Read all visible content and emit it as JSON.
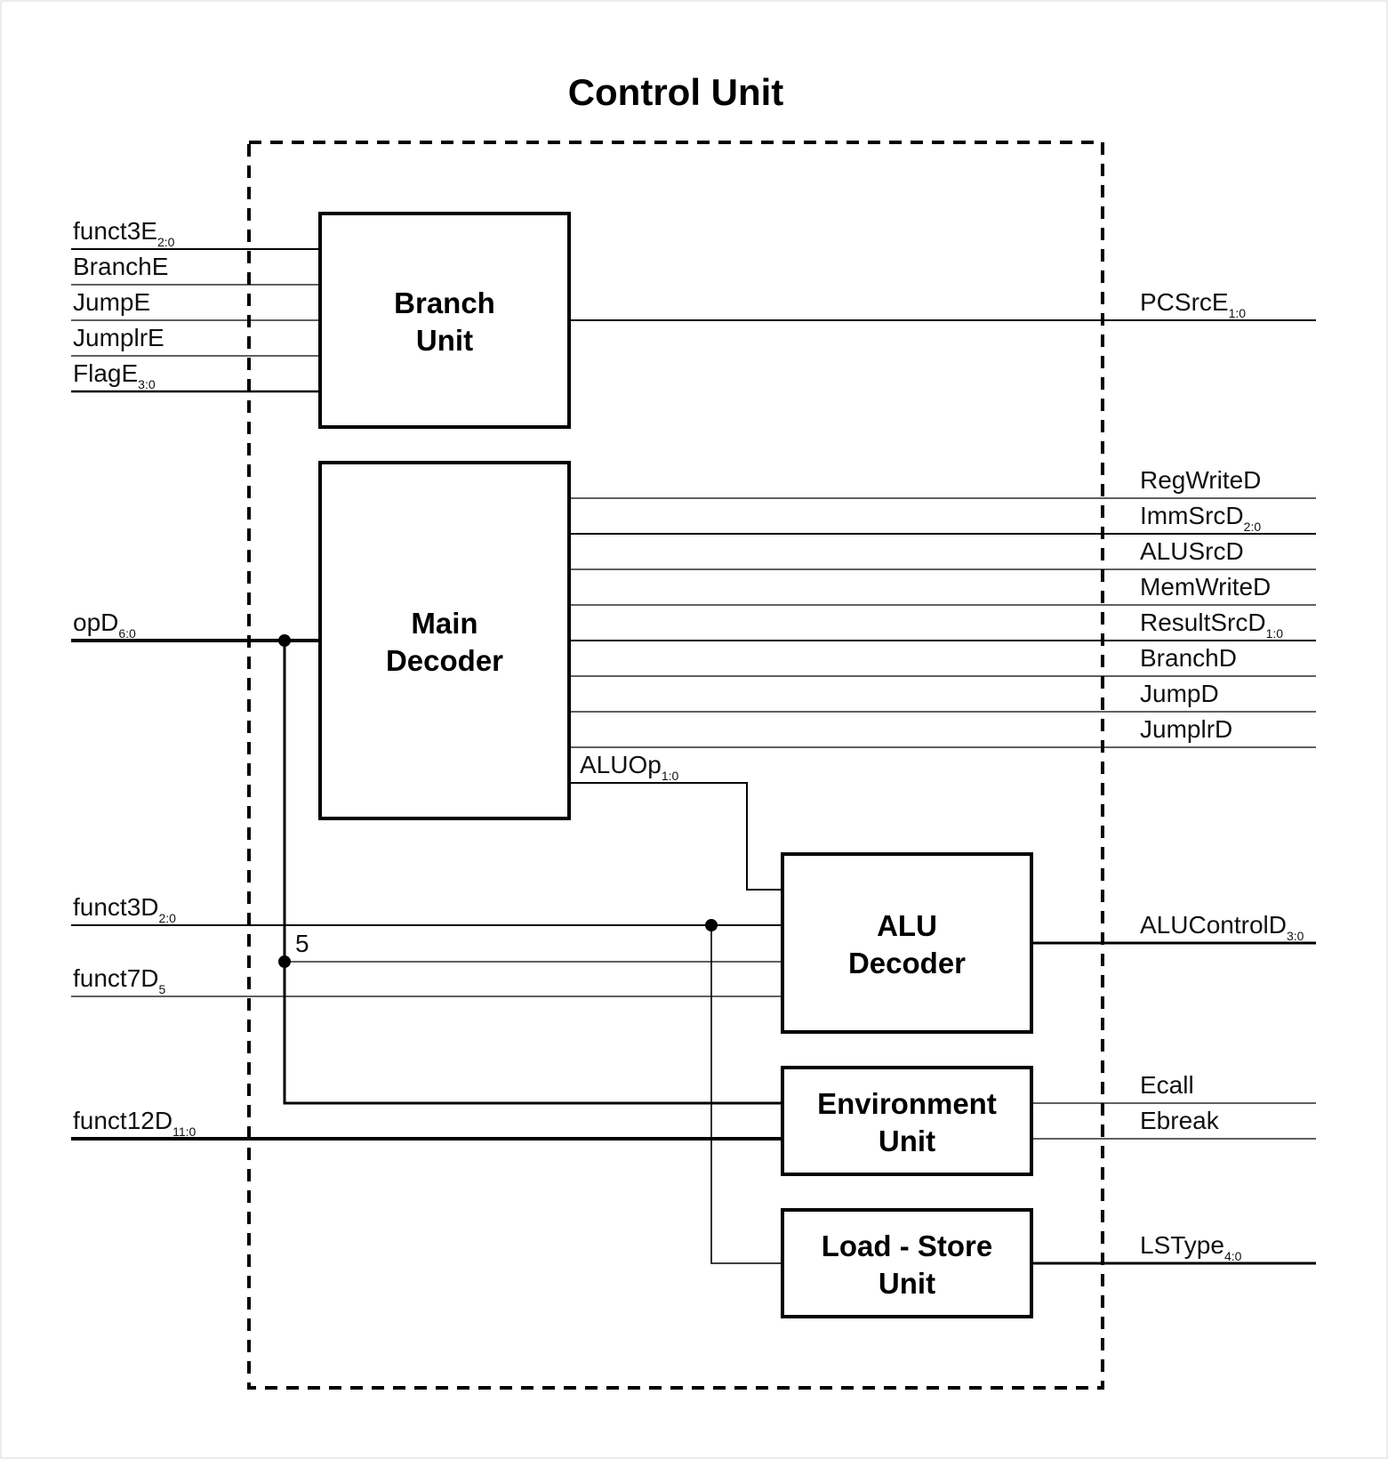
{
  "title": "Control Unit",
  "blocks": {
    "branch_unit": [
      "Branch",
      "Unit"
    ],
    "main_decoder": [
      "Main",
      "Decoder"
    ],
    "alu_decoder": [
      "ALU",
      "Decoder"
    ],
    "environment_unit": [
      "Environment",
      "Unit"
    ],
    "load_store_unit": [
      "Load - Store",
      "Unit"
    ]
  },
  "inputs": {
    "funct3E": {
      "name": "funct3E",
      "sub": "2:0"
    },
    "branchE": {
      "name": "BranchE",
      "sub": ""
    },
    "jumpE": {
      "name": "JumpE",
      "sub": ""
    },
    "jumplrE": {
      "name": "JumplrE",
      "sub": ""
    },
    "flagE": {
      "name": "FlagE",
      "sub": "3:0"
    },
    "opD": {
      "name": "opD",
      "sub": "6:0"
    },
    "funct3D": {
      "name": "funct3D",
      "sub": "2:0"
    },
    "funct7D": {
      "name": "funct7D",
      "sub": "5"
    },
    "funct12D": {
      "name": "funct12D",
      "sub": "11:0"
    }
  },
  "outputs": {
    "pcSrcE": {
      "name": "PCSrcE",
      "sub": "1:0"
    },
    "regWriteD": {
      "name": "RegWriteD",
      "sub": ""
    },
    "immSrcD": {
      "name": "ImmSrcD",
      "sub": "2:0"
    },
    "aluSrcD": {
      "name": "ALUSrcD",
      "sub": ""
    },
    "memWriteD": {
      "name": "MemWriteD",
      "sub": ""
    },
    "resultSrcD": {
      "name": "ResultSrcD",
      "sub": "1:0"
    },
    "branchD": {
      "name": "BranchD",
      "sub": ""
    },
    "jumpD": {
      "name": "JumpD",
      "sub": ""
    },
    "jumplrD": {
      "name": "JumplrD",
      "sub": ""
    },
    "aluControlD": {
      "name": "ALUControlD",
      "sub": "3:0"
    },
    "ecall": {
      "name": "Ecall",
      "sub": ""
    },
    "ebreak": {
      "name": "Ebreak",
      "sub": ""
    },
    "lsType": {
      "name": "LSType",
      "sub": "4:0"
    }
  },
  "internal": {
    "aluOp": {
      "name": "ALUOp",
      "sub": "1:0"
    },
    "bit_select": "5"
  }
}
